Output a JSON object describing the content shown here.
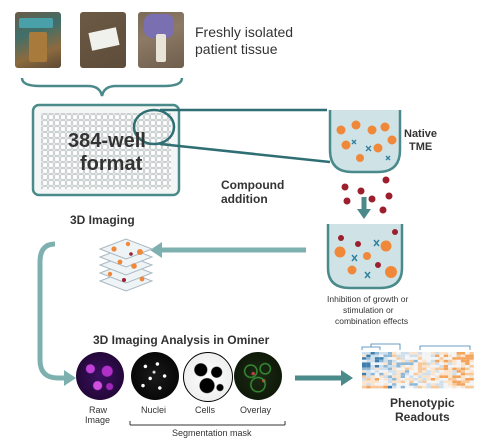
{
  "source_label": [
    "Freshly isolated",
    "patient tissue"
  ],
  "plate_label": [
    "384-well",
    "format"
  ],
  "tme_label": [
    "Native",
    "TME"
  ],
  "compound_label": [
    "Compound",
    "addition"
  ],
  "imaging_label": "3D Imaging",
  "effects_label": [
    "Inhibition of growth or",
    "stimulation or",
    "combination effects"
  ],
  "analysis_title": "3D Imaging Analysis in Ominer",
  "panels": [
    {
      "label": [
        "Raw",
        "Image"
      ]
    },
    {
      "label": [
        "Nuclei"
      ]
    },
    {
      "label": [
        "Cells"
      ]
    },
    {
      "label": [
        "Overlay"
      ]
    }
  ],
  "mask_label": "Segmentation mask",
  "readouts_label": [
    "Phenotypic",
    "Readouts"
  ],
  "colors": {
    "teal": "#4a8a8a",
    "teal_light": "#7fb0b0",
    "orange": "#f0883a",
    "dark_red": "#9c1f2e",
    "fluid": "#cfe3e6"
  },
  "icons": [
    "plate-icon",
    "zoom-lens-icon",
    "beaker-icon",
    "arrow-icon",
    "stack-icon",
    "heatmap-icon"
  ]
}
